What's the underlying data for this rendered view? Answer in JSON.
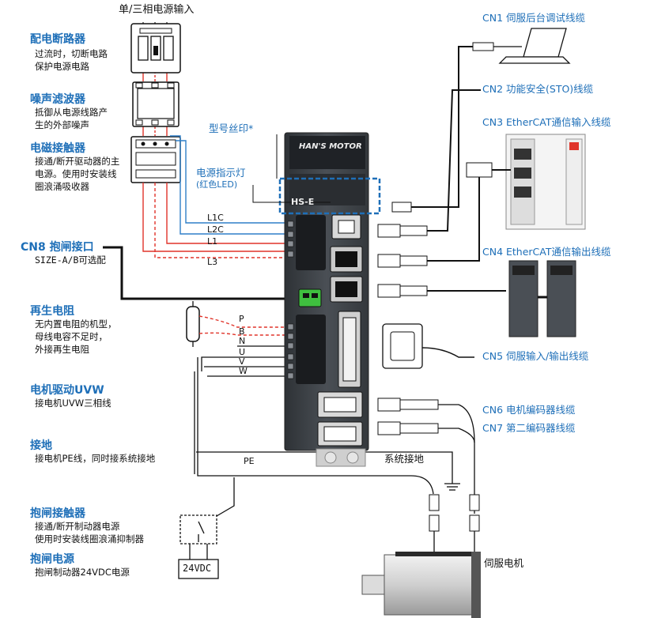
{
  "top_label": "单/三相电源输入",
  "left_items": {
    "breaker": {
      "title": "配电断路器",
      "lines": [
        "过流时，切断电路",
        "保护电源电路"
      ]
    },
    "noise_filter": {
      "title": "噪声滤波器",
      "lines": [
        "抵御从电源线路产",
        "生的外部噪声"
      ]
    },
    "contactor": {
      "title": "电磁接触器",
      "lines": [
        "接通/断开驱动器的主",
        "电源。使用时安装线",
        "圈浪涌吸收器"
      ]
    },
    "cn8": {
      "title": "CN8 抱闸接口",
      "lines": [
        "SIZE-A/B可选配"
      ]
    },
    "regen": {
      "title": "再生电阻",
      "lines": [
        "无内置电阻的机型，",
        "母线电容不足时，",
        "外接再生电阻"
      ]
    },
    "motor_uvw": {
      "title": "电机驱动UVW",
      "lines": [
        "接电机UVW三相线"
      ]
    },
    "ground": {
      "title": "接地",
      "lines": [
        "接电机PE线，同时接系统接地"
      ]
    },
    "brake_contactor": {
      "title": "抱闸接触器",
      "lines": [
        "接通/断开制动器电源",
        "使用时安装线圈浪涌抑制器"
      ]
    },
    "brake_power": {
      "title": "抱闸电源",
      "lines": [
        "抱闸制动器24VDC电源"
      ]
    }
  },
  "annotations": {
    "model_print": "型号丝印*",
    "power_led_title": "电源指示灯",
    "power_led_sub": "(红色LED)",
    "system_ground": "系统接地",
    "servo_motor": "伺服电机",
    "supply_box": "24VDC",
    "pe": "PE"
  },
  "wire_labels": {
    "l1c": "L1C",
    "l2c": "L2C",
    "l1": "L1",
    "l3": "L3",
    "p": "P",
    "b": "B",
    "n": "N",
    "u": "U",
    "v": "V",
    "w": "W"
  },
  "right_items": {
    "cn1": "CN1 伺服后台调试线缆",
    "cn2": "CN2 功能安全(STO)线缆",
    "cn3": "CN3 EtherCAT通信输入线缆",
    "cn4": "CN4 EtherCAT通信输出线缆",
    "cn5": "CN5 伺服输入/输出线缆",
    "cn6": "CN6 电机编码器线缆",
    "cn7": "CN7 第二编码器线缆"
  },
  "drive": {
    "brand": "HAN'S MOTOR",
    "model": "HS-E",
    "port_label": "CN8"
  },
  "colors": {
    "accent_blue": "#1e6fb8",
    "wire_red": "#e0342a",
    "wire_blue": "#2f7fc8",
    "drive_body": "#3f4348",
    "connector_green": "#3fbf3f"
  }
}
